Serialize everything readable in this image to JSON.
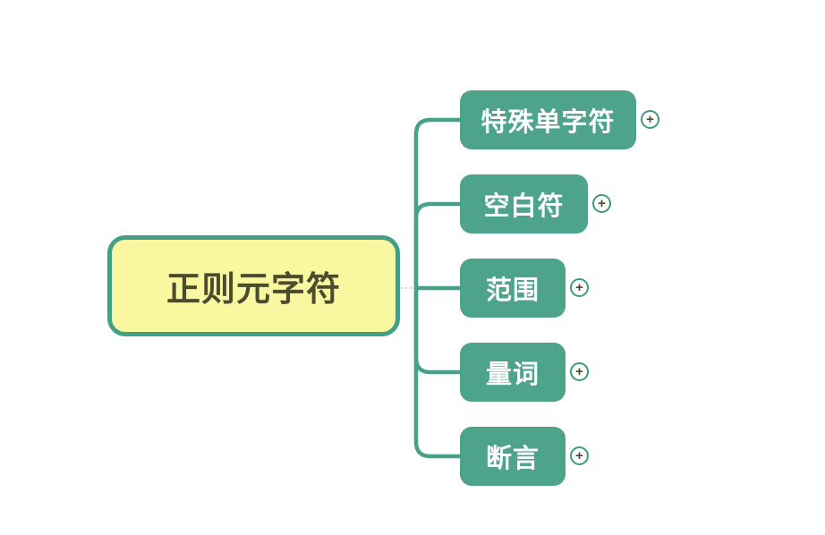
{
  "diagram": {
    "type": "mindmap",
    "root": {
      "label": "正则元字符"
    },
    "children": [
      {
        "label": "特殊单字符"
      },
      {
        "label": "空白符"
      },
      {
        "label": "范围"
      },
      {
        "label": "量词"
      },
      {
        "label": "断言"
      }
    ],
    "expand_icon": {
      "glyph": "+"
    },
    "colors": {
      "background": "#FFFFFF",
      "branch_line": "#47A189",
      "child_fill": "#4DA48B",
      "child_text": "#FFFFFF",
      "root_fill": "#FAF7A1",
      "root_border": "#43A087",
      "root_text": "#4B4B2F",
      "expand_ring": "#3F9A7C",
      "expand_plus": "#4A4A22"
    }
  }
}
